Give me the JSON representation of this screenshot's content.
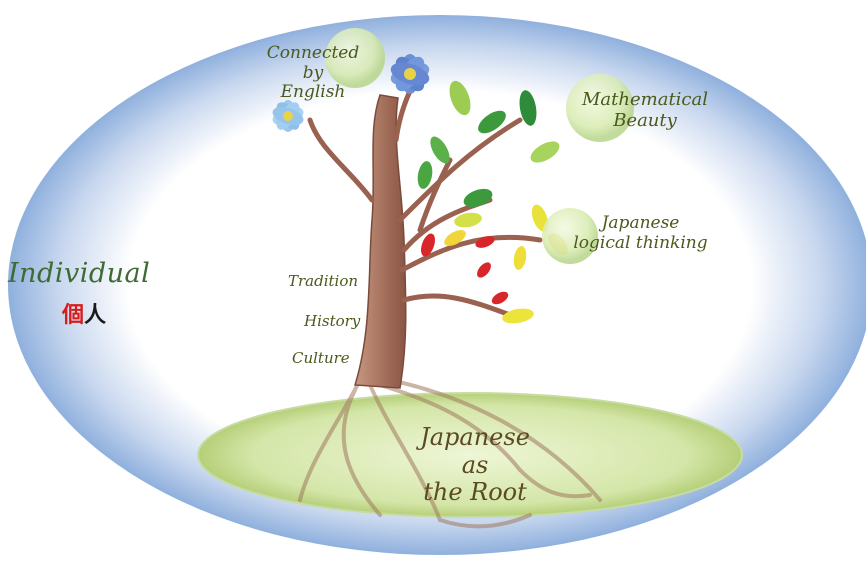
{
  "labels": {
    "connected": [
      "Connected",
      "by",
      "English"
    ],
    "mathematical": [
      "Mathematical",
      "Beauty"
    ],
    "logical": [
      "Japanese",
      "logical thinking"
    ],
    "individual": "Individual",
    "individual_kanji": [
      "個",
      "人"
    ],
    "tradition": "Tradition",
    "history": "History",
    "culture": "Culture",
    "root": [
      "Japanese",
      "as",
      "the Root"
    ]
  },
  "colors": {
    "oval_edge": "#8fb0dd",
    "ground": "#d4e6a8",
    "trunk": "#a87560",
    "text": "#4a5a1c",
    "kanji_red": "#d81b1b"
  },
  "icons": [
    "tree-illustration",
    "blossom-icon",
    "bubble-icon",
    "leaf-icon"
  ]
}
